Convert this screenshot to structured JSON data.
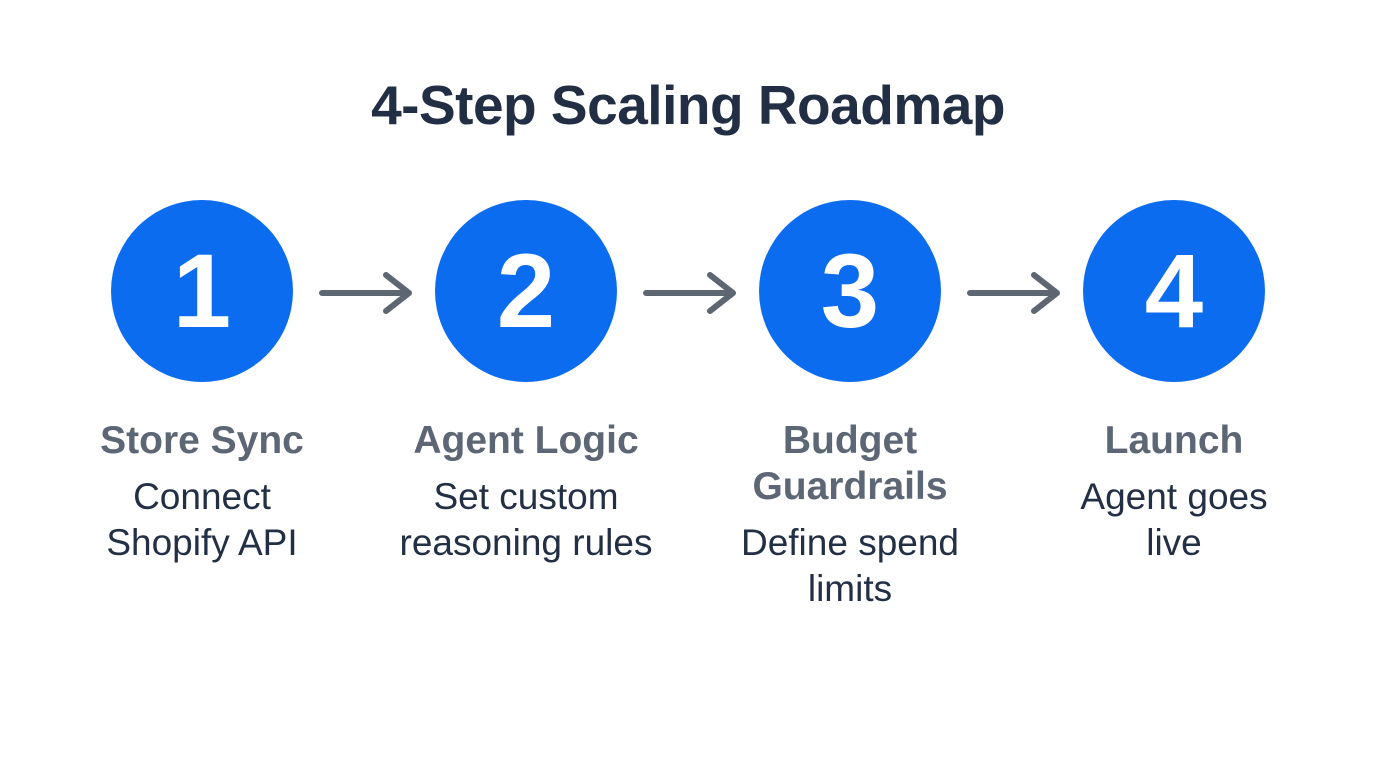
{
  "title": "4-Step Scaling Roadmap",
  "steps": [
    {
      "number": "1",
      "title": "Store Sync",
      "description": "Connect\nShopify API"
    },
    {
      "number": "2",
      "title": "Agent Logic",
      "description": "Set custom\nreasoning rules"
    },
    {
      "number": "3",
      "title": "Budget\nGuardrails",
      "description": "Define spend\nlimits"
    },
    {
      "number": "4",
      "title": "Launch",
      "description": "Agent goes\nlive"
    }
  ],
  "colors": {
    "circle-blue": "#0b6cf0",
    "title-navy": "#212e44",
    "desc-navy": "#232f44",
    "step-gray": "#5d6674",
    "arrow-gray": "#5e6771",
    "background": "#ffffff"
  },
  "icons": {
    "between_steps": "arrow-right-icon"
  }
}
